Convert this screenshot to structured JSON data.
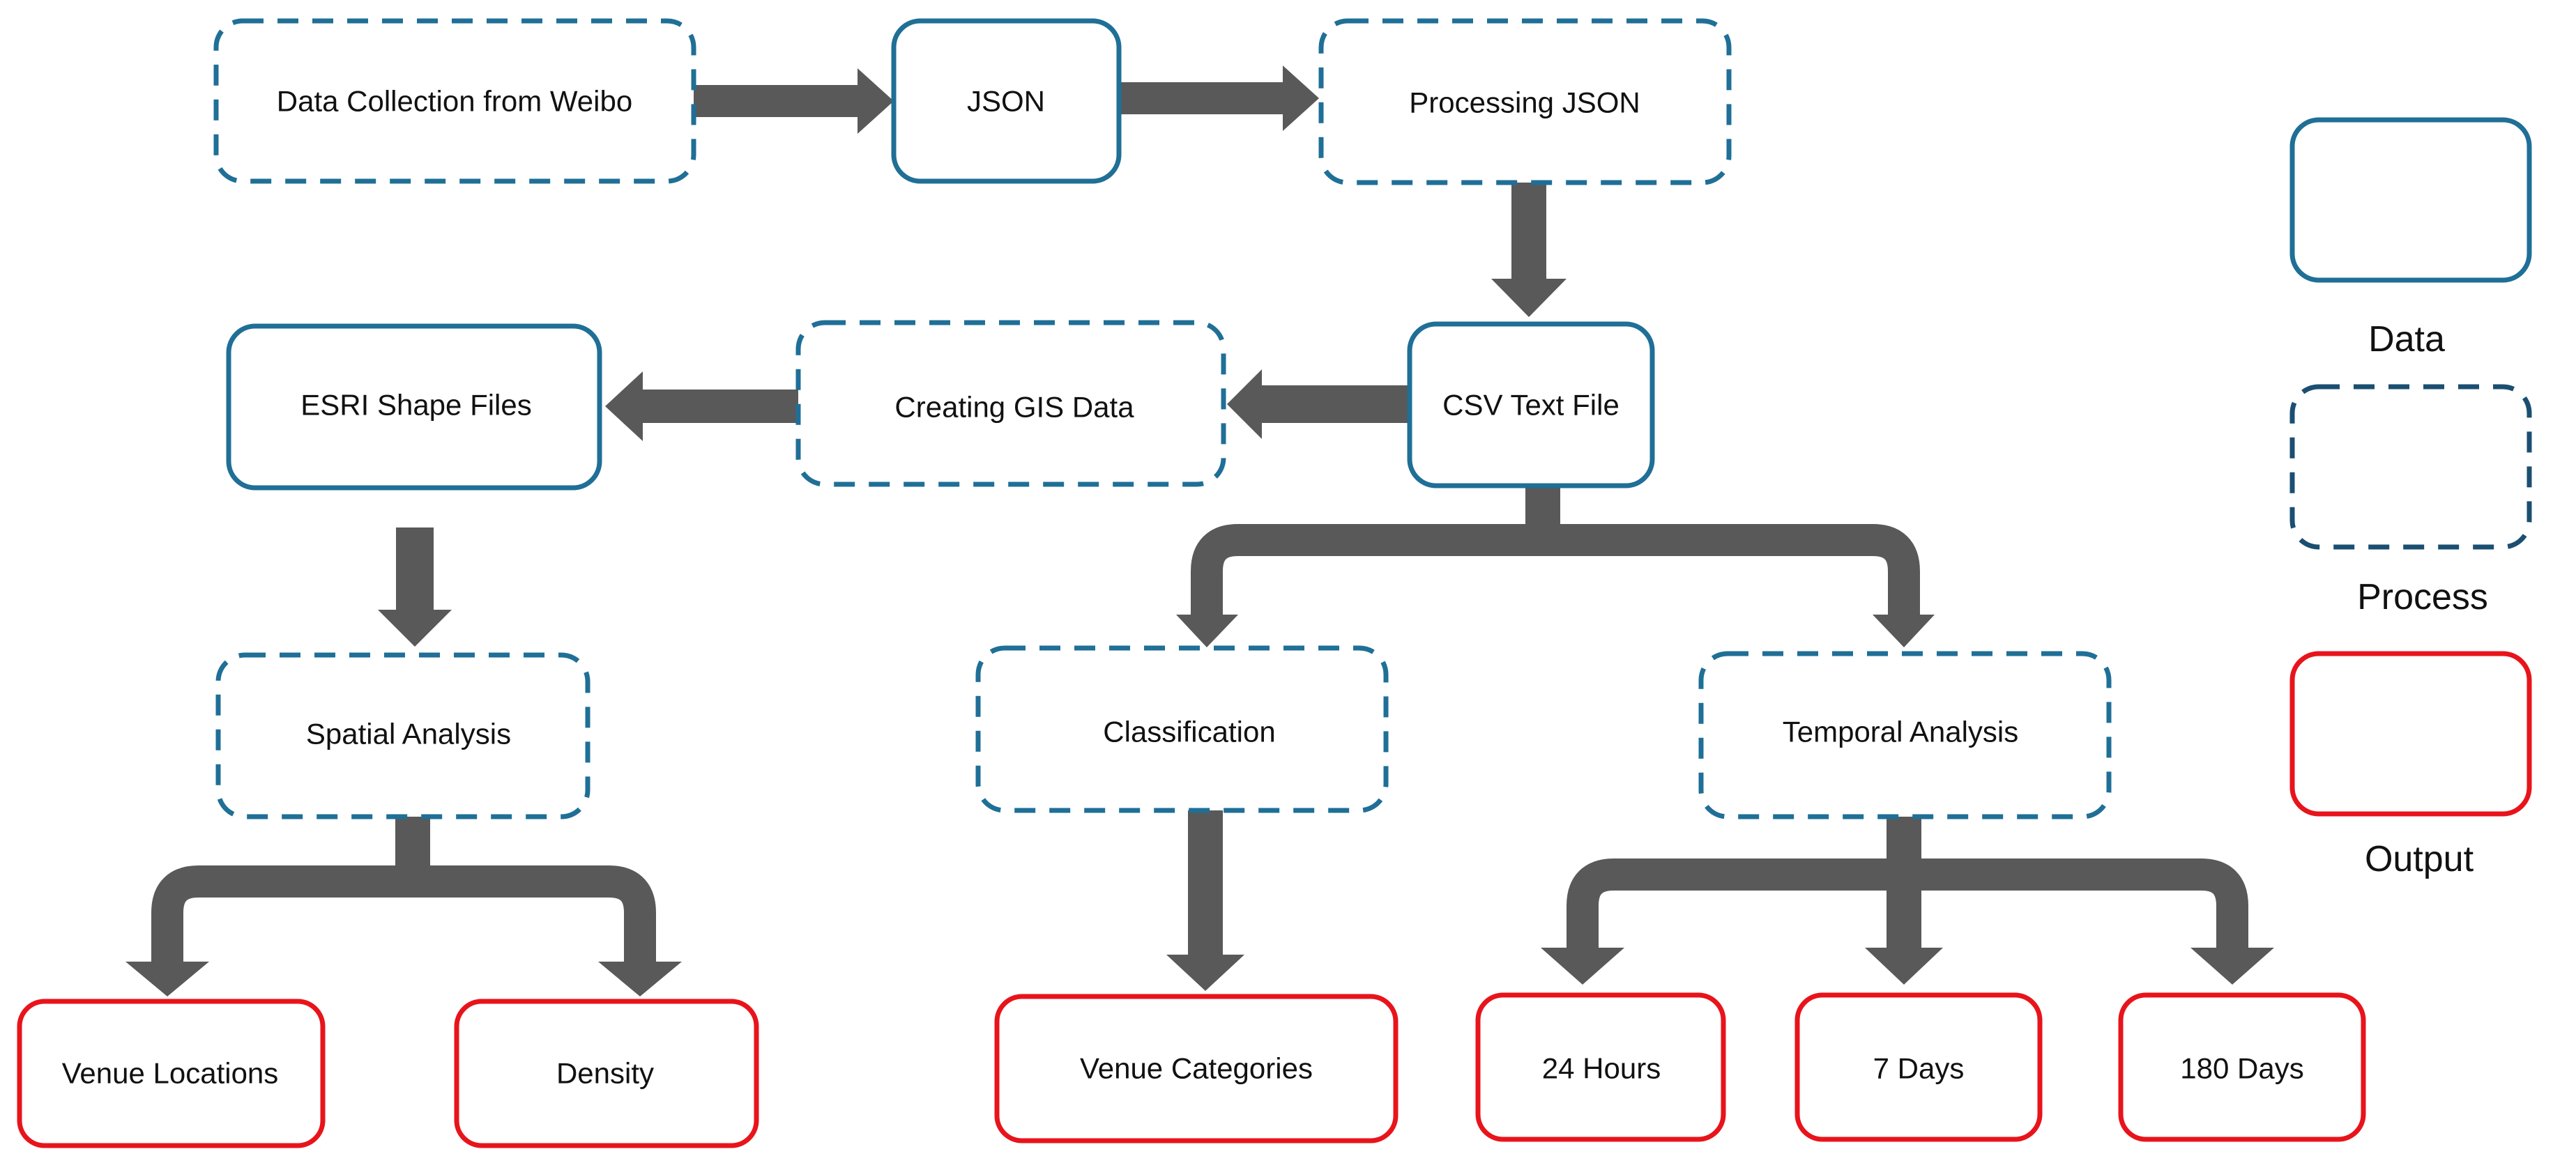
{
  "nodes": {
    "data_collection": "Data Collection from Weibo",
    "json": "JSON",
    "processing_json": "Processing JSON",
    "csv_text_file": "CSV Text File",
    "creating_gis_data": "Creating GIS Data",
    "esri_shape_files": "ESRI Shape Files",
    "spatial_analysis": "Spatial Analysis",
    "classification": "Classification",
    "temporal_analysis": "Temporal Analysis",
    "venue_locations": "Venue Locations",
    "density": "Density",
    "venue_categories": "Venue Categories",
    "hours_24": "24 Hours",
    "days_7": "7 Days",
    "days_180": "180 Days"
  },
  "legend": {
    "data": "Data",
    "process": "Process",
    "output": "Output"
  },
  "colors": {
    "data_border": "#1f6f97",
    "process_border": "#1f6f97",
    "legend_process_border": "#1b4f72",
    "output_border": "#e8141b",
    "arrow": "#595959"
  }
}
